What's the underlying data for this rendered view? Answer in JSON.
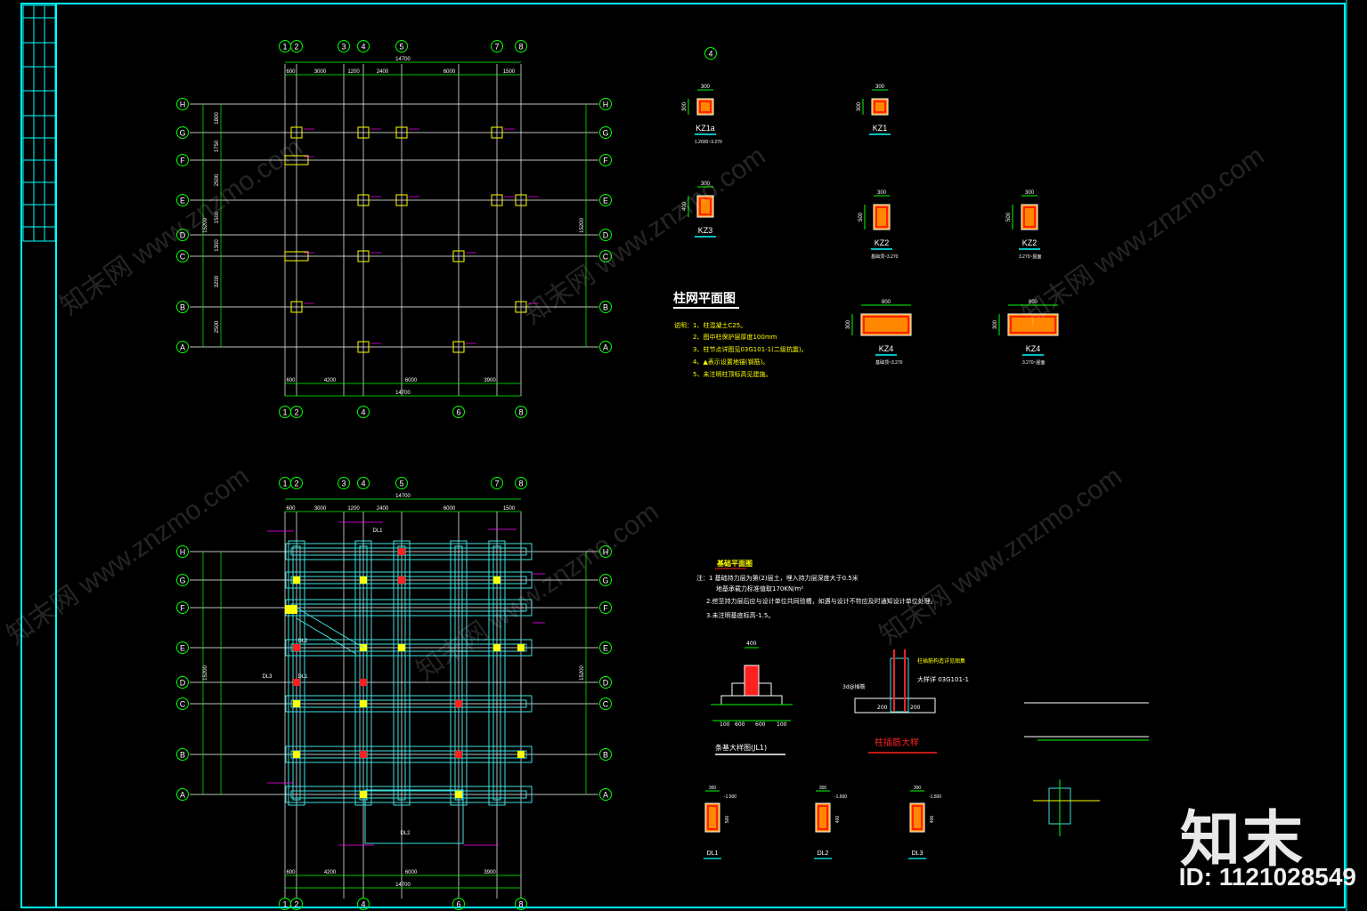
{
  "watermark": {
    "brand_cn": "知末",
    "id_text": "ID: 1121028549",
    "diagonal_text": "知末网 www.znzmo.com"
  },
  "plan1": {
    "title": "柱网平面图",
    "top_axes": [
      "1",
      "2",
      "3",
      "4",
      "5",
      "7",
      "8"
    ],
    "bottom_axes": [
      "1",
      "2",
      "4",
      "6",
      "8"
    ],
    "rows": [
      "H",
      "G",
      "F",
      "E",
      "D",
      "C",
      "B",
      "A"
    ],
    "top_overall": "14700",
    "top_dims": [
      "600",
      "3000",
      "1200",
      "2400",
      "6000",
      "1500"
    ],
    "bottom_overall": "14700",
    "bottom_dims": [
      "600",
      "4200",
      "6000",
      "3900"
    ],
    "left_dims": [
      "1800",
      "1750",
      "2500",
      "1500",
      "1300",
      "3200",
      "2500"
    ],
    "left_total": "15200",
    "right_total": "15200",
    "notes_label": "说明：",
    "notes": [
      "1、柱混凝土C25。",
      "2、图中柱保护层厚度100mm",
      "3、柱节点详图见03G101-1(二级抗震)。",
      "4、▲表示设置地锚(钢筋)。",
      "5、未注明柱顶标高见建施。"
    ]
  },
  "plan2": {
    "title": "基础平面图",
    "top_axes": [
      "1",
      "2",
      "3",
      "4",
      "5",
      "7",
      "8"
    ],
    "bottom_axes": [
      "1",
      "2",
      "4",
      "6",
      "8"
    ],
    "rows": [
      "H",
      "G",
      "F",
      "E",
      "D",
      "C",
      "B",
      "A"
    ],
    "top_overall": "14700",
    "top_dims": [
      "600",
      "3000",
      "1200",
      "2400",
      "6000",
      "1500"
    ],
    "bottom_overall": "14700",
    "bottom_dims": [
      "600",
      "4200",
      "6000",
      "3900"
    ],
    "left_total": "15200",
    "right_total": "15200",
    "notes": [
      "注：1 基础持力层为第(2)层土，埋入持力层深度大于0.5米",
      "地基承载力标准值取170KN/m²",
      "2.挖至持力层后应与设计单位共同验槽，如遇与设计不符应及时通知设计单位处理。",
      "3.未注明基底标高-1.5。"
    ],
    "labels": [
      "DL1",
      "DL2",
      "DL3",
      "DL1",
      "DL2"
    ]
  },
  "columns": [
    {
      "name": "KZ1a",
      "dim_w": "300",
      "dim_h": "300",
      "note": "1.2600~3.270"
    },
    {
      "name": "KZ1",
      "dim_w": "300",
      "dim_h": "300",
      "note": ""
    },
    {
      "name": "KZ3",
      "dim_w": "300",
      "dim_h": "400",
      "note": ""
    },
    {
      "name": "KZ2",
      "dim_w": "300",
      "dim_h": "500",
      "note": "基础顶~3.270"
    },
    {
      "name": "KZ2",
      "dim_w": "300",
      "dim_h": "500",
      "note": "3.270~屋面"
    },
    {
      "name": "KZ4",
      "dim_w": "800",
      "dim_h": "300",
      "note": "基础顶~3.270"
    },
    {
      "name": "KZ4",
      "dim_w": "800",
      "dim_h": "300",
      "note": "3.270~屋面"
    }
  ],
  "details": {
    "strip_title": "条基大样图(JL1)",
    "strip_top": "400",
    "strip_dims": [
      "100",
      "600",
      "600",
      "100"
    ],
    "anchor_title": "柱插筋大样",
    "anchor_note": "柱插筋构造详见图集",
    "anchor_ref": "大样详 03G101-1",
    "anchor_dims": [
      "200",
      "200"
    ],
    "anchor_sub": "3d@插筋",
    "beams": [
      {
        "name": "DL1",
        "w": "300",
        "h": "500",
        "elev": "-1.500"
      },
      {
        "name": "DL2",
        "w": "300",
        "h": "400",
        "elev": "-1.500"
      },
      {
        "name": "DL3",
        "w": "300",
        "h": "400",
        "elev": "-1.500"
      }
    ]
  },
  "colors": {
    "frame": "#00ffff",
    "grid": "#ffffff",
    "dim": "#00ff00",
    "axis_circle": "#00ff00",
    "column": "#ffff00",
    "red": "#ff2020",
    "magenta": "#ff00ff",
    "wall": "#40e0e0",
    "title": "#ffffff"
  }
}
